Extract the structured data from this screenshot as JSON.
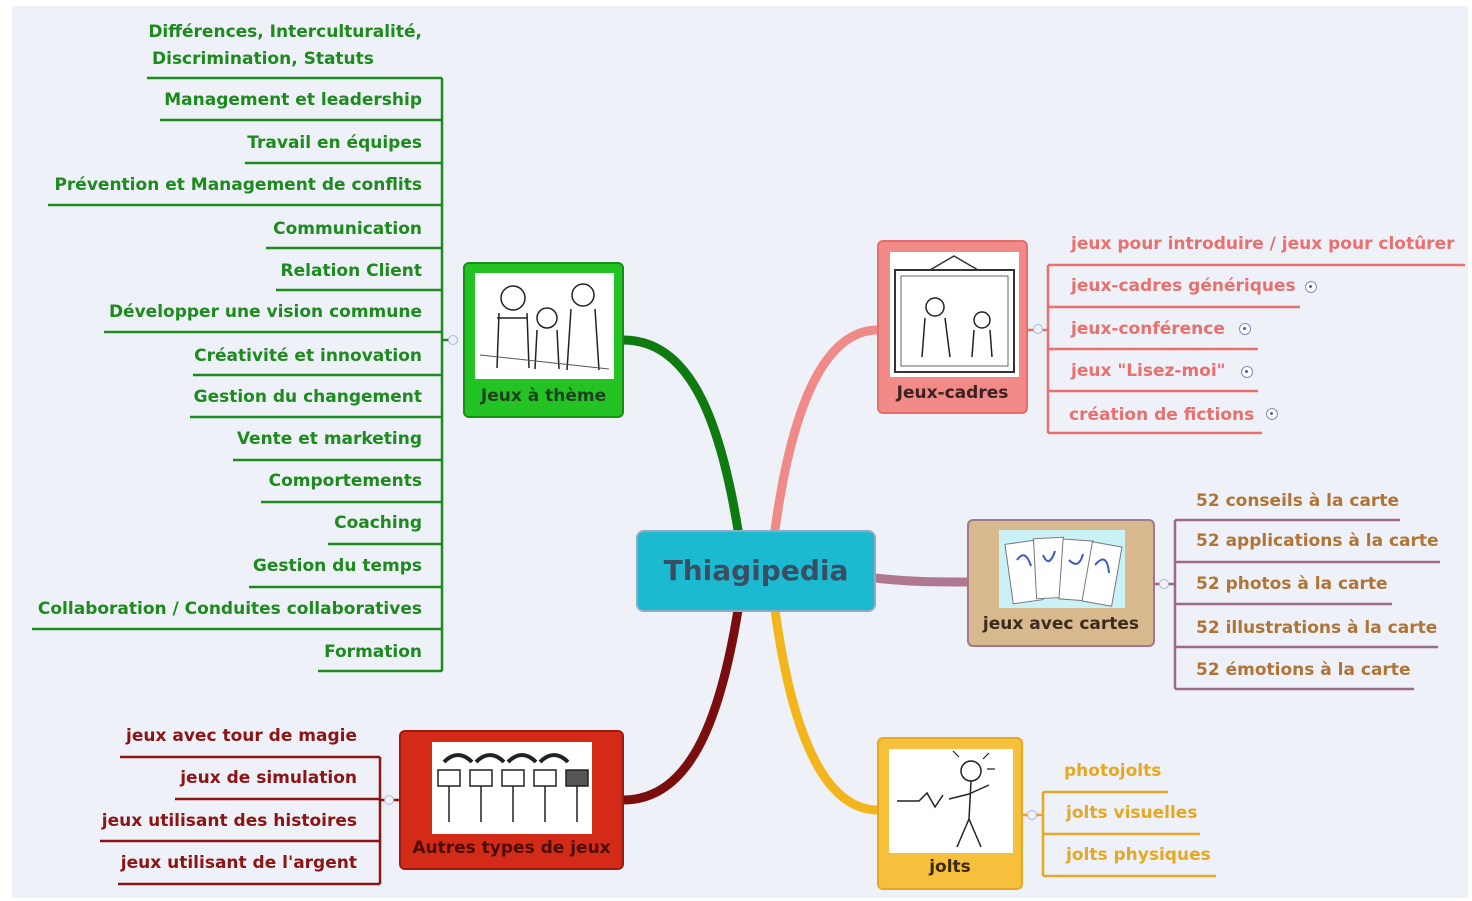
{
  "central": {
    "label": "Thiagipedia"
  },
  "jeux_theme": {
    "label": "Jeux à thème",
    "items": [
      "Différences, Interculturalité,",
      "Discrimination, Statuts",
      "Management et leadership",
      "Travail en équipes",
      "Prévention et Management de conflits",
      "Communication",
      "Relation Client",
      "Développer une vision commune",
      "Créativité et innovation",
      "Gestion du changement",
      "Vente et marketing",
      "Comportements",
      "Coaching",
      "Gestion du temps",
      "Collaboration / Conduites collaboratives",
      "Formation"
    ]
  },
  "jeux_cadres": {
    "label": "Jeux-cadres",
    "items": [
      "jeux pour introduire / jeux pour clotûrer",
      "jeux-cadres génériques",
      "jeux-conférence",
      "jeux \"Lisez-moi\"",
      "création de fictions"
    ]
  },
  "jeux_cartes": {
    "label": "jeux avec cartes",
    "items": [
      "52 conseils à la carte",
      "52 applications à la carte",
      "52 photos à la carte",
      "52 illustrations à la carte",
      "52 émotions à la carte"
    ]
  },
  "jolts": {
    "label": "jolts",
    "items": [
      "photojolts",
      "jolts visuelles",
      "jolts physiques"
    ]
  },
  "autres": {
    "label": "Autres types de jeux",
    "items": [
      "jeux avec tour de magie",
      "jeux de simulation",
      "jeux utilisant des histoires",
      "jeux utilisant de l'argent"
    ]
  },
  "colors": {
    "green": "#1d8a1d",
    "pink": "#e8706e",
    "brown": "#b07436",
    "yellow": "#e6a823",
    "red": "#8c1414",
    "central": "#1bbad1"
  }
}
